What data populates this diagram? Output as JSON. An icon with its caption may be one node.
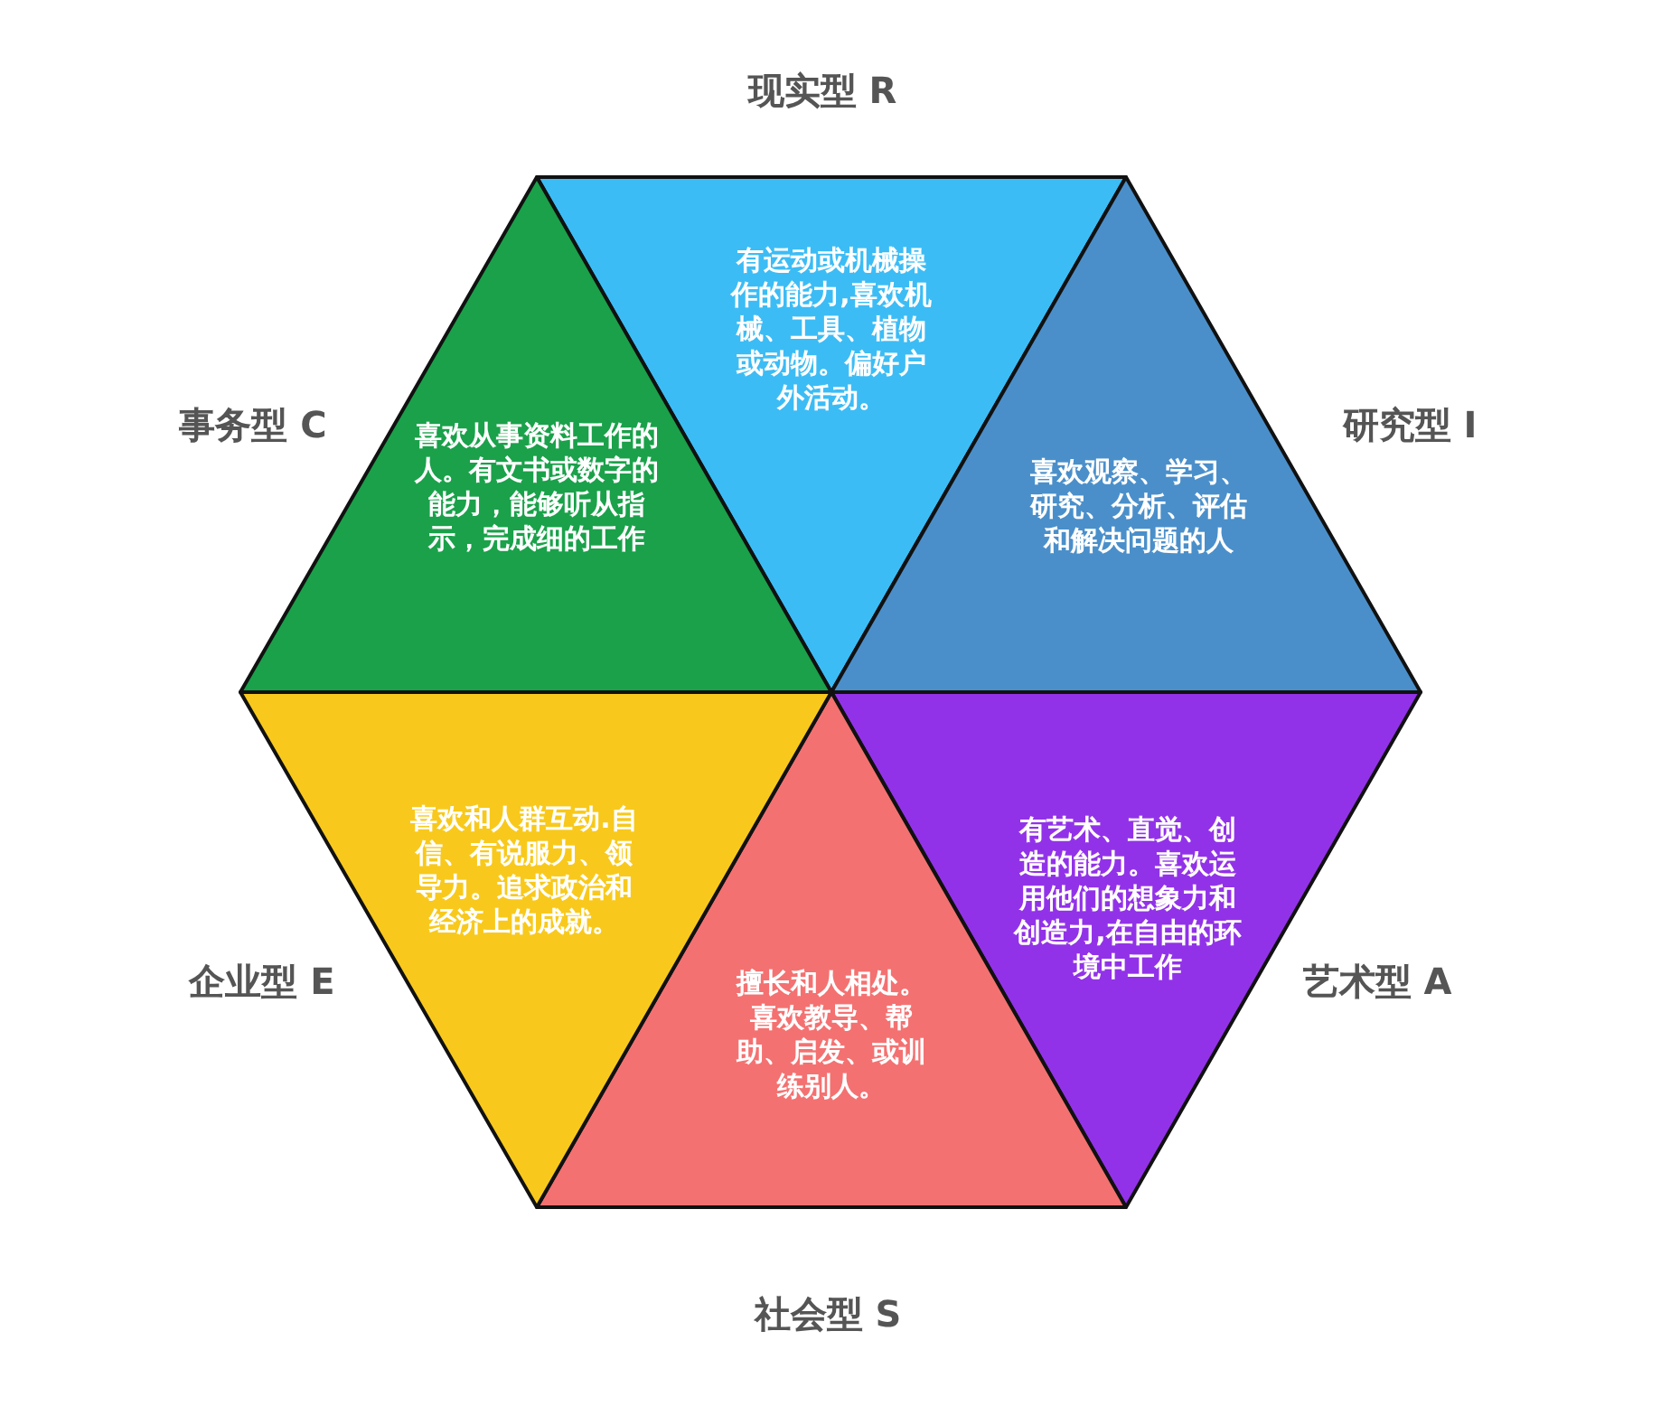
{
  "diagram": {
    "nodes": [
      {
        "text": [
          "现实型 R",
          "有运动或机械操作的能力,喜欢机械、工具、植物或动物。偏好户外活动。"
        ]
      },
      {
        "text": [
          "研究型 I",
          "喜欢观察、学习、研究、分析、评估和解决问题的人"
        ]
      },
      {
        "text": [
          "艺术型 A",
          "有艺术、直觉、创造的能力。喜欢运用他们的想象力和创造力,在自由的环境中工作"
        ]
      },
      {
        "text": [
          "擅长和人相处。喜欢教导、帮助、启发、或训练别人。",
          "社会型 S"
        ]
      },
      {
        "text": [
          "企业型 E",
          "喜欢和人群互动.自信、有说服力、领导力。追求政治和经济上的成就。"
        ]
      },
      {
        "text": [
          "事务型 C",
          "喜欢从事资料工作的人。有文书或数字的能力，能够听从指示，完成细的工作"
        ]
      }
    ]
  }
}
